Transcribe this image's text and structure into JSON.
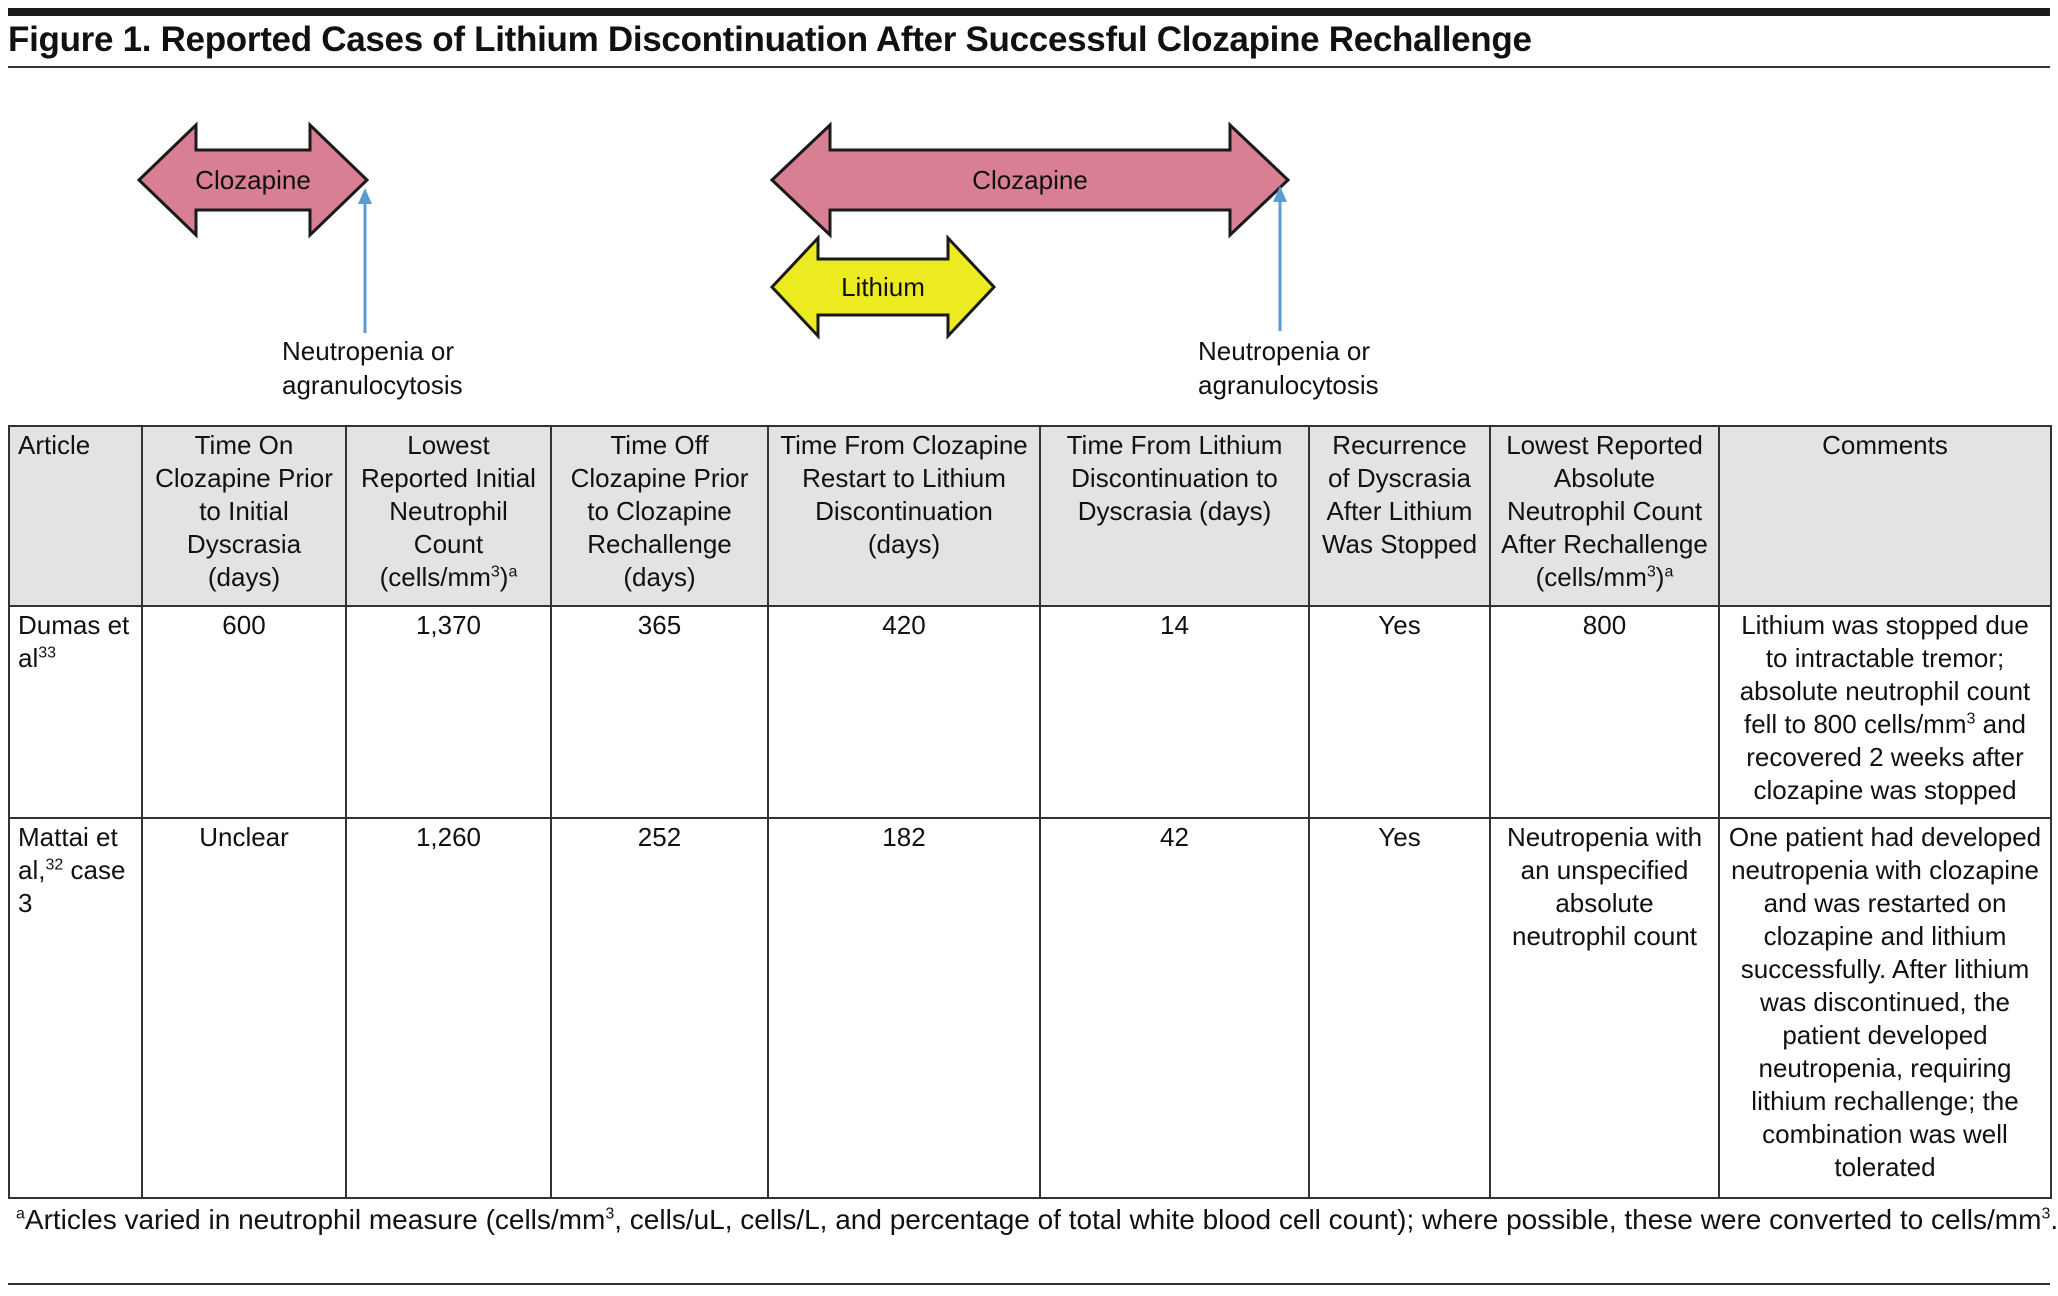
{
  "figure": {
    "title": "Figure 1. Reported Cases of Lithium Discontinuation After Successful Clozapine Rechallenge"
  },
  "diagram": {
    "arrow_left_label": "Clozapine",
    "arrow_right_label": "Clozapine",
    "arrow_lithium_label": "Lithium",
    "annotation_left_line1": "Neutropenia or",
    "annotation_left_line2": "agranulocytosis",
    "annotation_right_line1": "Neutropenia or",
    "annotation_right_line2": "agranulocytosis",
    "colors": {
      "clozapine_fill": "#d97f93",
      "lithium_fill": "#ecea20",
      "outline": "#1a1a1a",
      "marker": "#5b9bd5"
    }
  },
  "table": {
    "headers": {
      "article": "Article",
      "time_on": "Time On Clozapine Prior to Initial Dyscrasia (days)",
      "lowest_initial_pre": "Lowest Reported Initial Neutrophil Count (cells/mm",
      "lowest_initial_exp": "3",
      "lowest_initial_post": ")",
      "lowest_initial_note": "a",
      "time_off": "Time Off Clozapine Prior to Clozapine Rechallenge (days)",
      "time_restart": "Time From Clozapine Restart to Lithium Discontinuation (days)",
      "time_lithium": "Time From Lithium Discontinuation to Dyscrasia (days)",
      "recurrence": "Recurrence of Dyscrasia After Lithium Was Stopped",
      "lowest_after_pre": "Lowest Reported Absolute Neutrophil Count After Rechallenge (cells/mm",
      "lowest_after_exp": "3",
      "lowest_after_post": ")",
      "lowest_after_note": "a",
      "comments": "Comments"
    },
    "rows": [
      {
        "article_text": "Dumas et al",
        "article_ref": "33",
        "article_suffix": "",
        "time_on": "600",
        "lowest_initial": "1,370",
        "time_off": "365",
        "time_restart": "420",
        "time_lithium": "14",
        "recurrence": "Yes",
        "lowest_after": "800",
        "comment_pre": "Lithium was stopped due to intractable tremor; absolute neutrophil count fell to 800 cells/mm",
        "comment_exp": "3",
        "comment_post": " and recovered 2 weeks after clozapine was stopped"
      },
      {
        "article_text": "Mattai et al,",
        "article_ref": "32",
        "article_suffix": "case 3",
        "time_on": "Unclear",
        "lowest_initial": "1,260",
        "time_off": "252",
        "time_restart": "182",
        "time_lithium": "42",
        "recurrence": "Yes",
        "lowest_after": "Neutropenia with an unspecified absolute neutrophil count",
        "comment_pre": "One patient  had developed neutropenia with clozapine and was restarted on clozapine and lithium successfully. After lithium was discontinued, the patient developed neutropenia, requiring lithium rechallenge; the combination was well tolerated",
        "comment_exp": "",
        "comment_post": ""
      }
    ]
  },
  "footnote": {
    "marker": "a",
    "text_pre": "Articles varied in neutrophil measure (cells/mm",
    "exp1": "3",
    "text_mid": ", cells/uL, cells/L, and percentage of total white blood cell count); where possible, these were converted to cells/mm",
    "exp2": "3",
    "text_post": "."
  }
}
